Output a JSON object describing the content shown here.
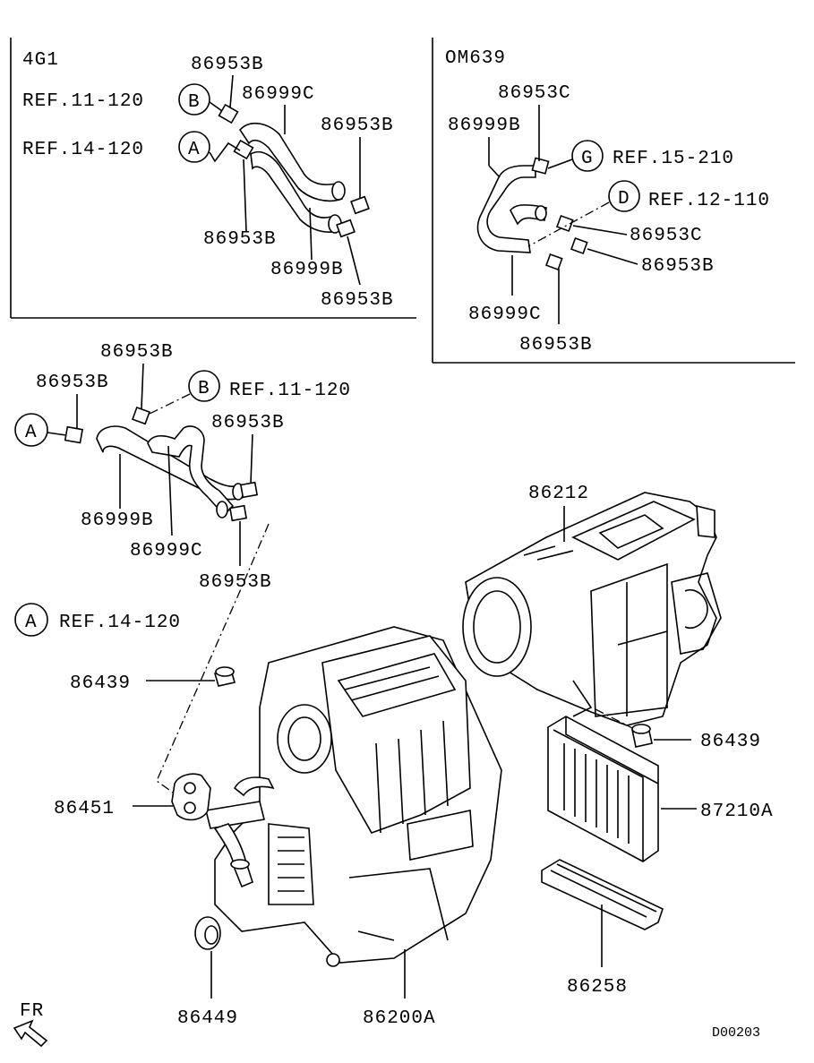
{
  "sections": {
    "g4g1": "4G1",
    "om639": "OM639"
  },
  "labels": {
    "g_86953B_top": "86953B",
    "g_86999C": "86999C",
    "g_ref_11_120": "REF.11-120",
    "g_ref_14_120": "REF.14-120",
    "g_86953B_right": "86953B",
    "g_86953B_bl": "86953B",
    "g_86999B": "86999B",
    "g_86953B_br": "86953B",
    "o_86953C_top": "86953C",
    "o_86999B": "86999B",
    "o_ref_15_210": "REF.15-210",
    "o_ref_12_110": "REF.12-110",
    "o_86953C_mid": "86953C",
    "o_86953B_right": "86953B",
    "o_86999C": "86999C",
    "o_86953B_bottom": "86953B",
    "m_86953B_top": "86953B",
    "m_86953B_left": "86953B",
    "m_ref_11_120": "REF.11-120",
    "m_86953B_right": "86953B",
    "m_86999B": "86999B",
    "m_86999C": "86999C",
    "m_86953B_bottom": "86953B",
    "m_ref_14_120": "REF.14-120",
    "p_86212": "86212",
    "p_86439_left": "86439",
    "p_86439_right": "86439",
    "p_86451": "86451",
    "p_87210A": "87210A",
    "p_86449": "86449",
    "p_86200A": "86200A",
    "p_86258": "86258",
    "fr": "FR",
    "drawing_no": "D00203"
  },
  "callouts": {
    "B": "B",
    "A": "A",
    "G": "G",
    "D": "D"
  }
}
